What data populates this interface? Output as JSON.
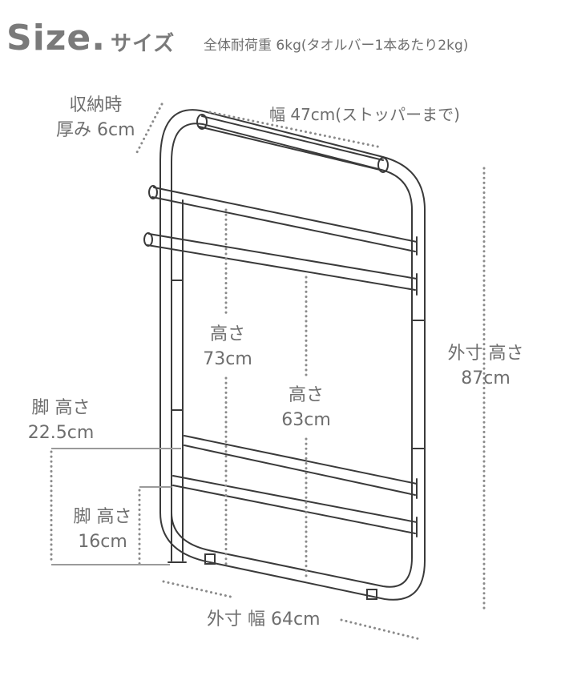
{
  "header": {
    "title_en": "Size.",
    "title_jp": "サイズ",
    "load_note": "全体耐荷重 6kg(タオルバー1本あたり2kg)"
  },
  "labels": {
    "storage_thickness": {
      "line1": "収納時",
      "line2": "厚み 6cm"
    },
    "width_stopper": "幅 47cm(ストッパーまで)",
    "height_73": {
      "line1": "高さ",
      "line2": "73cm"
    },
    "height_63": {
      "line1": "高さ",
      "line2": "63cm"
    },
    "outer_height": {
      "line1": "外寸 高さ",
      "line2": "87cm"
    },
    "leg_height_22": {
      "line1": "脚 高さ",
      "line2": "22.5cm"
    },
    "leg_height_16": {
      "line1": "脚 高さ",
      "line2": "16cm"
    },
    "outer_width": "外寸 幅 64cm"
  },
  "colors": {
    "text": "#6e6e6e",
    "frame_stroke": "#3a3a3a",
    "dotted_line": "#8a8a8a",
    "bracket_line": "#9a9a9a"
  }
}
